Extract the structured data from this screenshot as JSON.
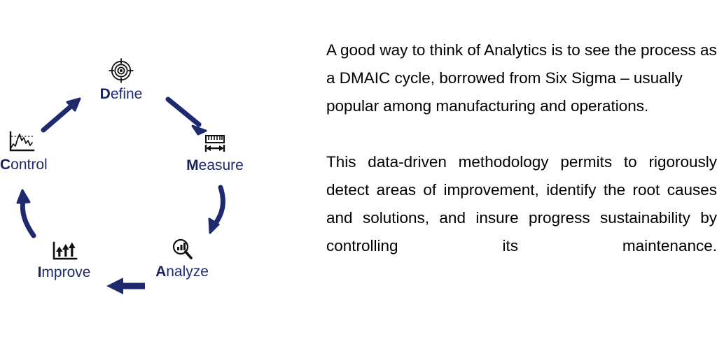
{
  "diagram": {
    "name": "DMAIC cycle",
    "accent_color": "#1f2a6e",
    "icon_color": "#000000",
    "direction": "clockwise",
    "nodes": [
      {
        "id": "define",
        "lead": "D",
        "rest": "efine",
        "label": "Define",
        "icon": "target-icon"
      },
      {
        "id": "measure",
        "lead": "M",
        "rest": "easure",
        "label": "Measure",
        "icon": "ruler-icon"
      },
      {
        "id": "analyze",
        "lead": "A",
        "rest": "nalyze",
        "label": "Analyze",
        "icon": "magnifier-bar-chart-icon"
      },
      {
        "id": "improve",
        "lead": "I",
        "rest": "mprove",
        "label": "Improve",
        "icon": "rising-arrows-chart-icon"
      },
      {
        "id": "control",
        "lead": "C",
        "rest": "ontrol",
        "label": "Control",
        "icon": "control-chart-icon"
      }
    ],
    "arrows": [
      {
        "id": "define-to-measure",
        "from": "define",
        "to": "measure"
      },
      {
        "id": "measure-to-analyze",
        "from": "measure",
        "to": "analyze"
      },
      {
        "id": "analyze-to-improve",
        "from": "analyze",
        "to": "improve"
      },
      {
        "id": "improve-to-control",
        "from": "improve",
        "to": "control"
      },
      {
        "id": "control-to-define",
        "from": "control",
        "to": "define"
      }
    ]
  },
  "text": {
    "paragraph_1": "A good way to think of Analytics is to see the process as a DMAIC cycle, borrowed from Six Sigma – usually popular among manufacturing and operations.",
    "paragraph_2": "This data-driven methodology permits to rigorously detect areas of improvement, identify the root causes and solutions, and insure progress sustainability by controlling its maintenance."
  }
}
